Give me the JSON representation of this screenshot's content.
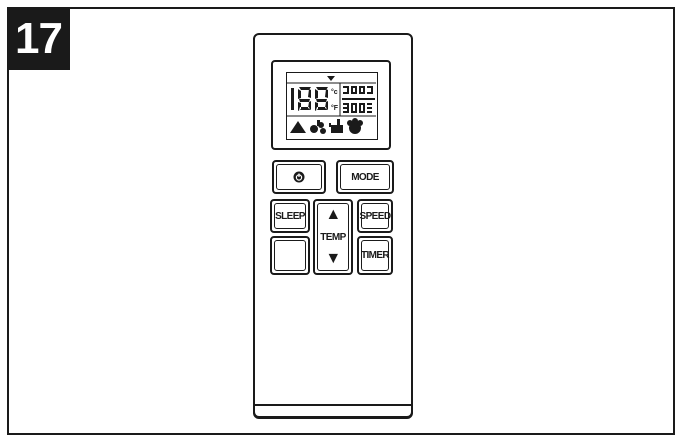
{
  "step": {
    "number": "17"
  },
  "remote": {
    "display": {
      "temp_digits": "88",
      "unit_c": "°c",
      "unit_f": "°F"
    },
    "buttons": {
      "power_icon": "power-icon",
      "mode": "MODE",
      "sleep": "SLEEP",
      "speed": "SPEED",
      "temp": "TEMP",
      "timer": "TIMER",
      "up_arrow": "▲",
      "down_arrow": "▼"
    }
  }
}
